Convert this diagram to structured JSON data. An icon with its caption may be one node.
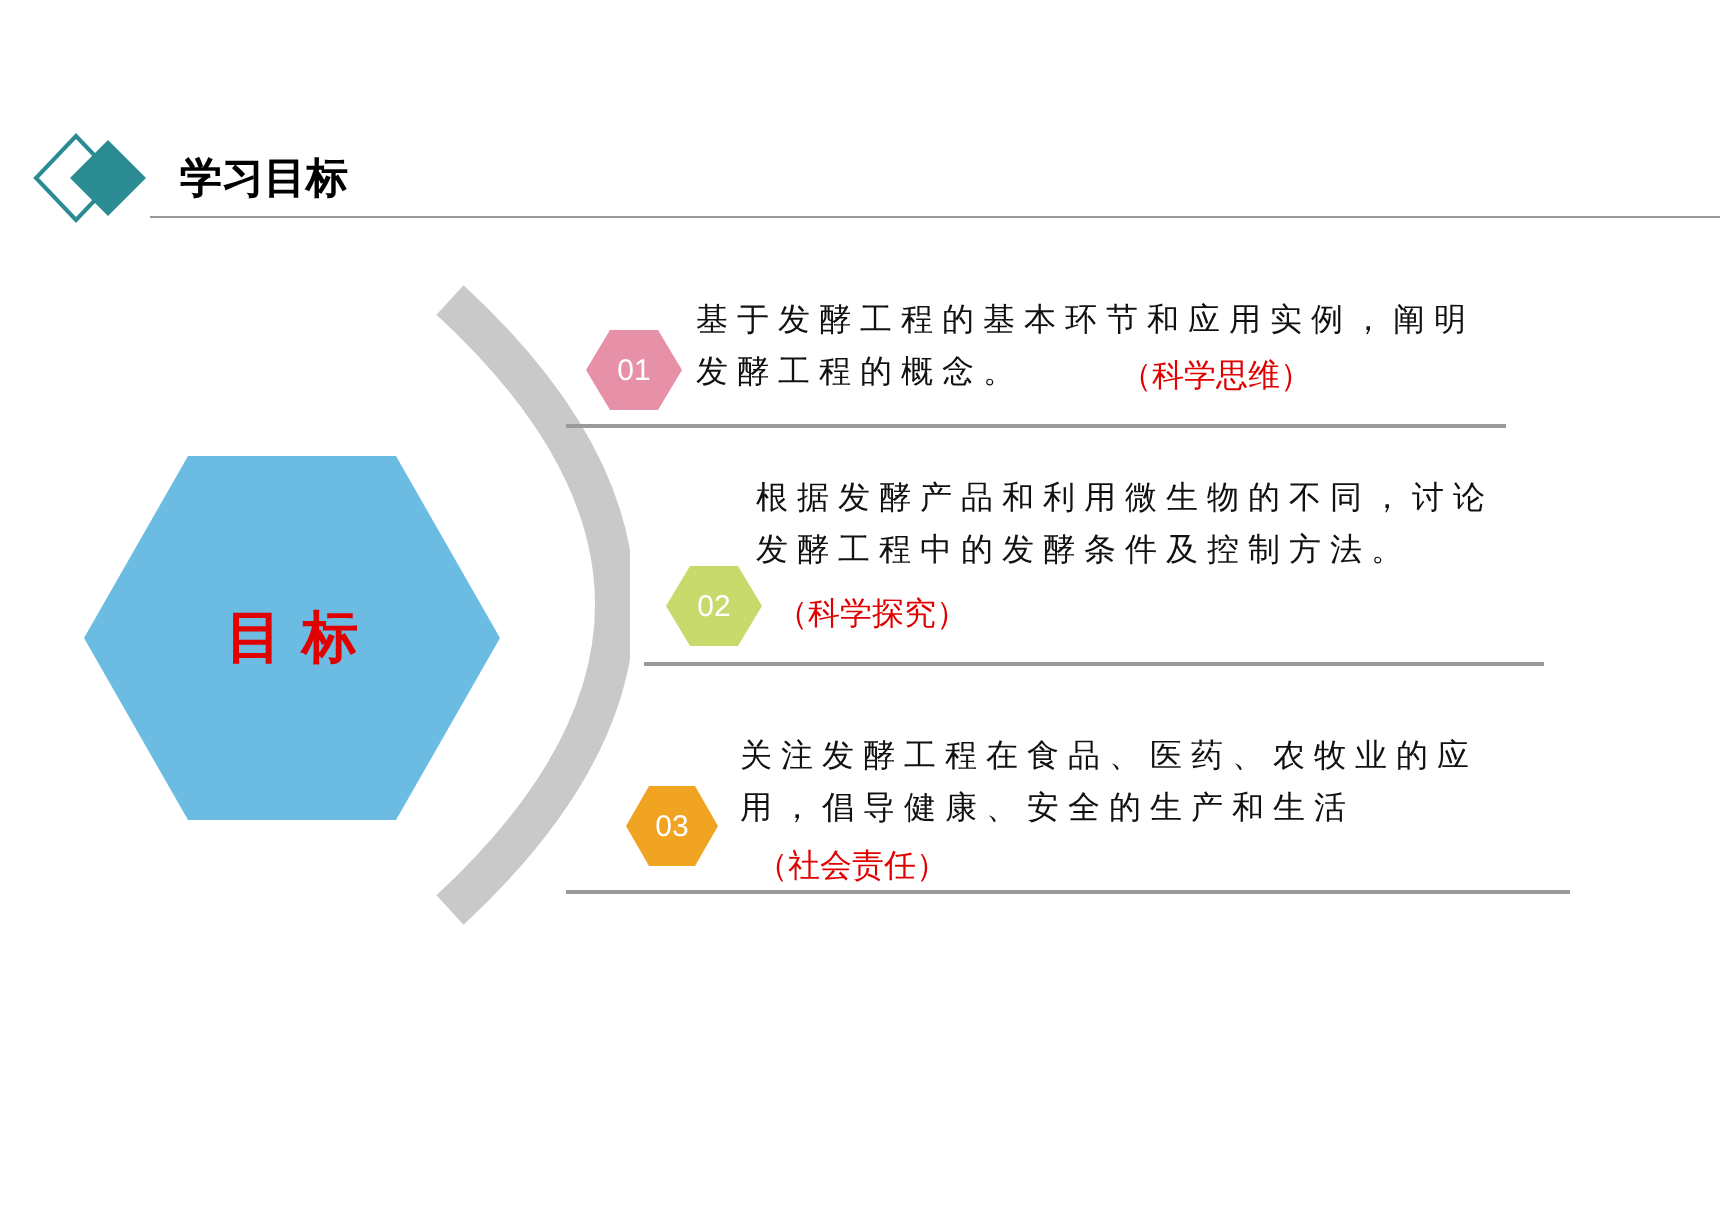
{
  "diagram": {
    "title": "学习目标",
    "nodes": [
      {
        "text": [
          "目 标"
        ]
      },
      {
        "text": [
          "01"
        ],
        "beside": [
          "基于发酵工程的基本环节和应用实例，阐明发酵工程的概念。",
          "（科学思维）"
        ]
      },
      {
        "text": [
          "02"
        ],
        "beside": [
          "根据发酵产品和利用微生物的不同，讨论发酵工程中的发酵条件及控制方法。",
          "（科学探究）"
        ]
      },
      {
        "text": [
          "03"
        ],
        "beside": [
          "关注发酵工程在食品、医药、农牧业的应用，倡导健康、安全的生产和生活",
          "（社会责任）"
        ]
      }
    ],
    "edges": []
  }
}
